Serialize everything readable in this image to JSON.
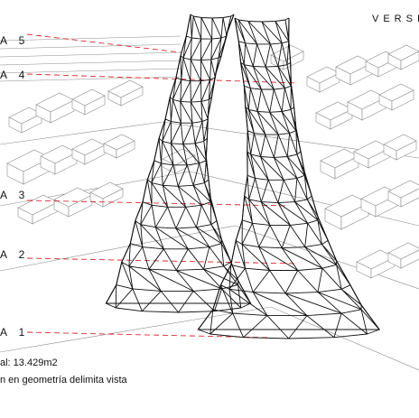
{
  "header": {
    "title": "VERSI"
  },
  "levels": [
    {
      "label": "A 5"
    },
    {
      "label": "A 4"
    },
    {
      "label": "A 3"
    },
    {
      "label": "A 2"
    },
    {
      "label": "A 1"
    }
  ],
  "captions": {
    "area": "al: 13.429m2",
    "note": "n en geometría delimita vista"
  },
  "colors": {
    "level_line": "#e0242a",
    "structure": "#111111",
    "context": "#8a8a8a"
  }
}
